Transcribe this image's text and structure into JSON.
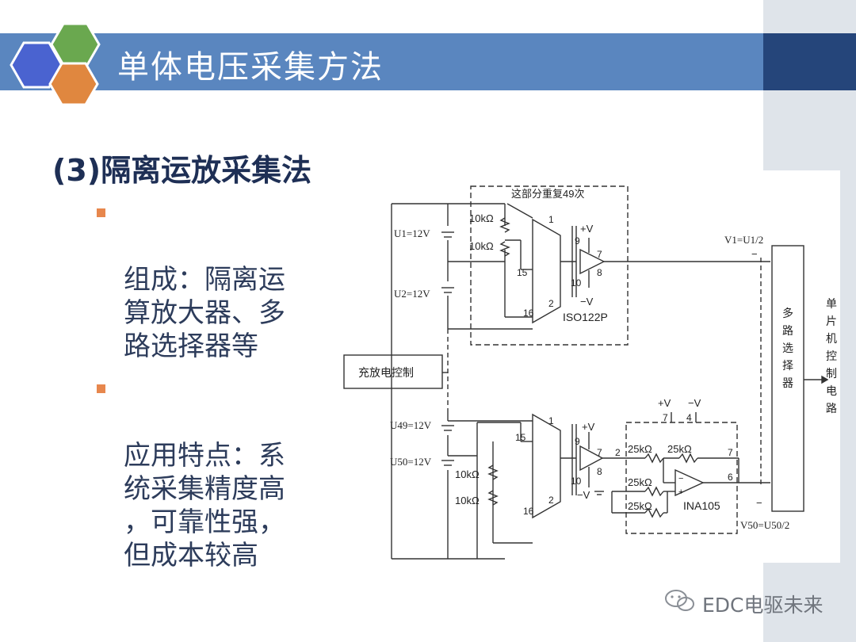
{
  "slide": {
    "title": "单体电压采集方法",
    "heading": "(3)隔离运放采集法",
    "bullets": [
      {
        "text": "组成：隔离运\n算放大器、多\n路选择器等"
      },
      {
        "text": "应用特点：系\n统采集精度高\n，可靠性强，\n但成本较高"
      }
    ],
    "colors": {
      "title_bar": "#5a86bf",
      "bullet_marker": "#e7874d",
      "hex_blue": "#4a63d0",
      "hex_green": "#6aa84f",
      "hex_orange": "#e0873f"
    }
  },
  "diagram": {
    "repeat_label": "这部分重复49次",
    "charge_control": "充放电控制",
    "mux": "多\n路\n选\n择\n器",
    "mcu": "单\n片\n机\n控\n制\n电\n路",
    "u1": "U1=12V",
    "u2": "U2=12V",
    "u49": "U49=12V",
    "u50": "U50=12V",
    "r10k": "10kΩ",
    "r25k": "25kΩ",
    "iso": "ISO122P",
    "ina": "INA105",
    "pos_v": "+V",
    "neg_v": "−V",
    "v1": "V1=U1/2",
    "v50": "V50=U50/2",
    "minus": "−",
    "plus": "+",
    "pins": {
      "p1": "1",
      "p2": "2",
      "p4": "4",
      "p6": "6",
      "p7": "7",
      "p8": "8",
      "p9": "9",
      "p10": "10",
      "p15": "15",
      "p16": "16"
    }
  },
  "watermark": "EDC电驱未来"
}
